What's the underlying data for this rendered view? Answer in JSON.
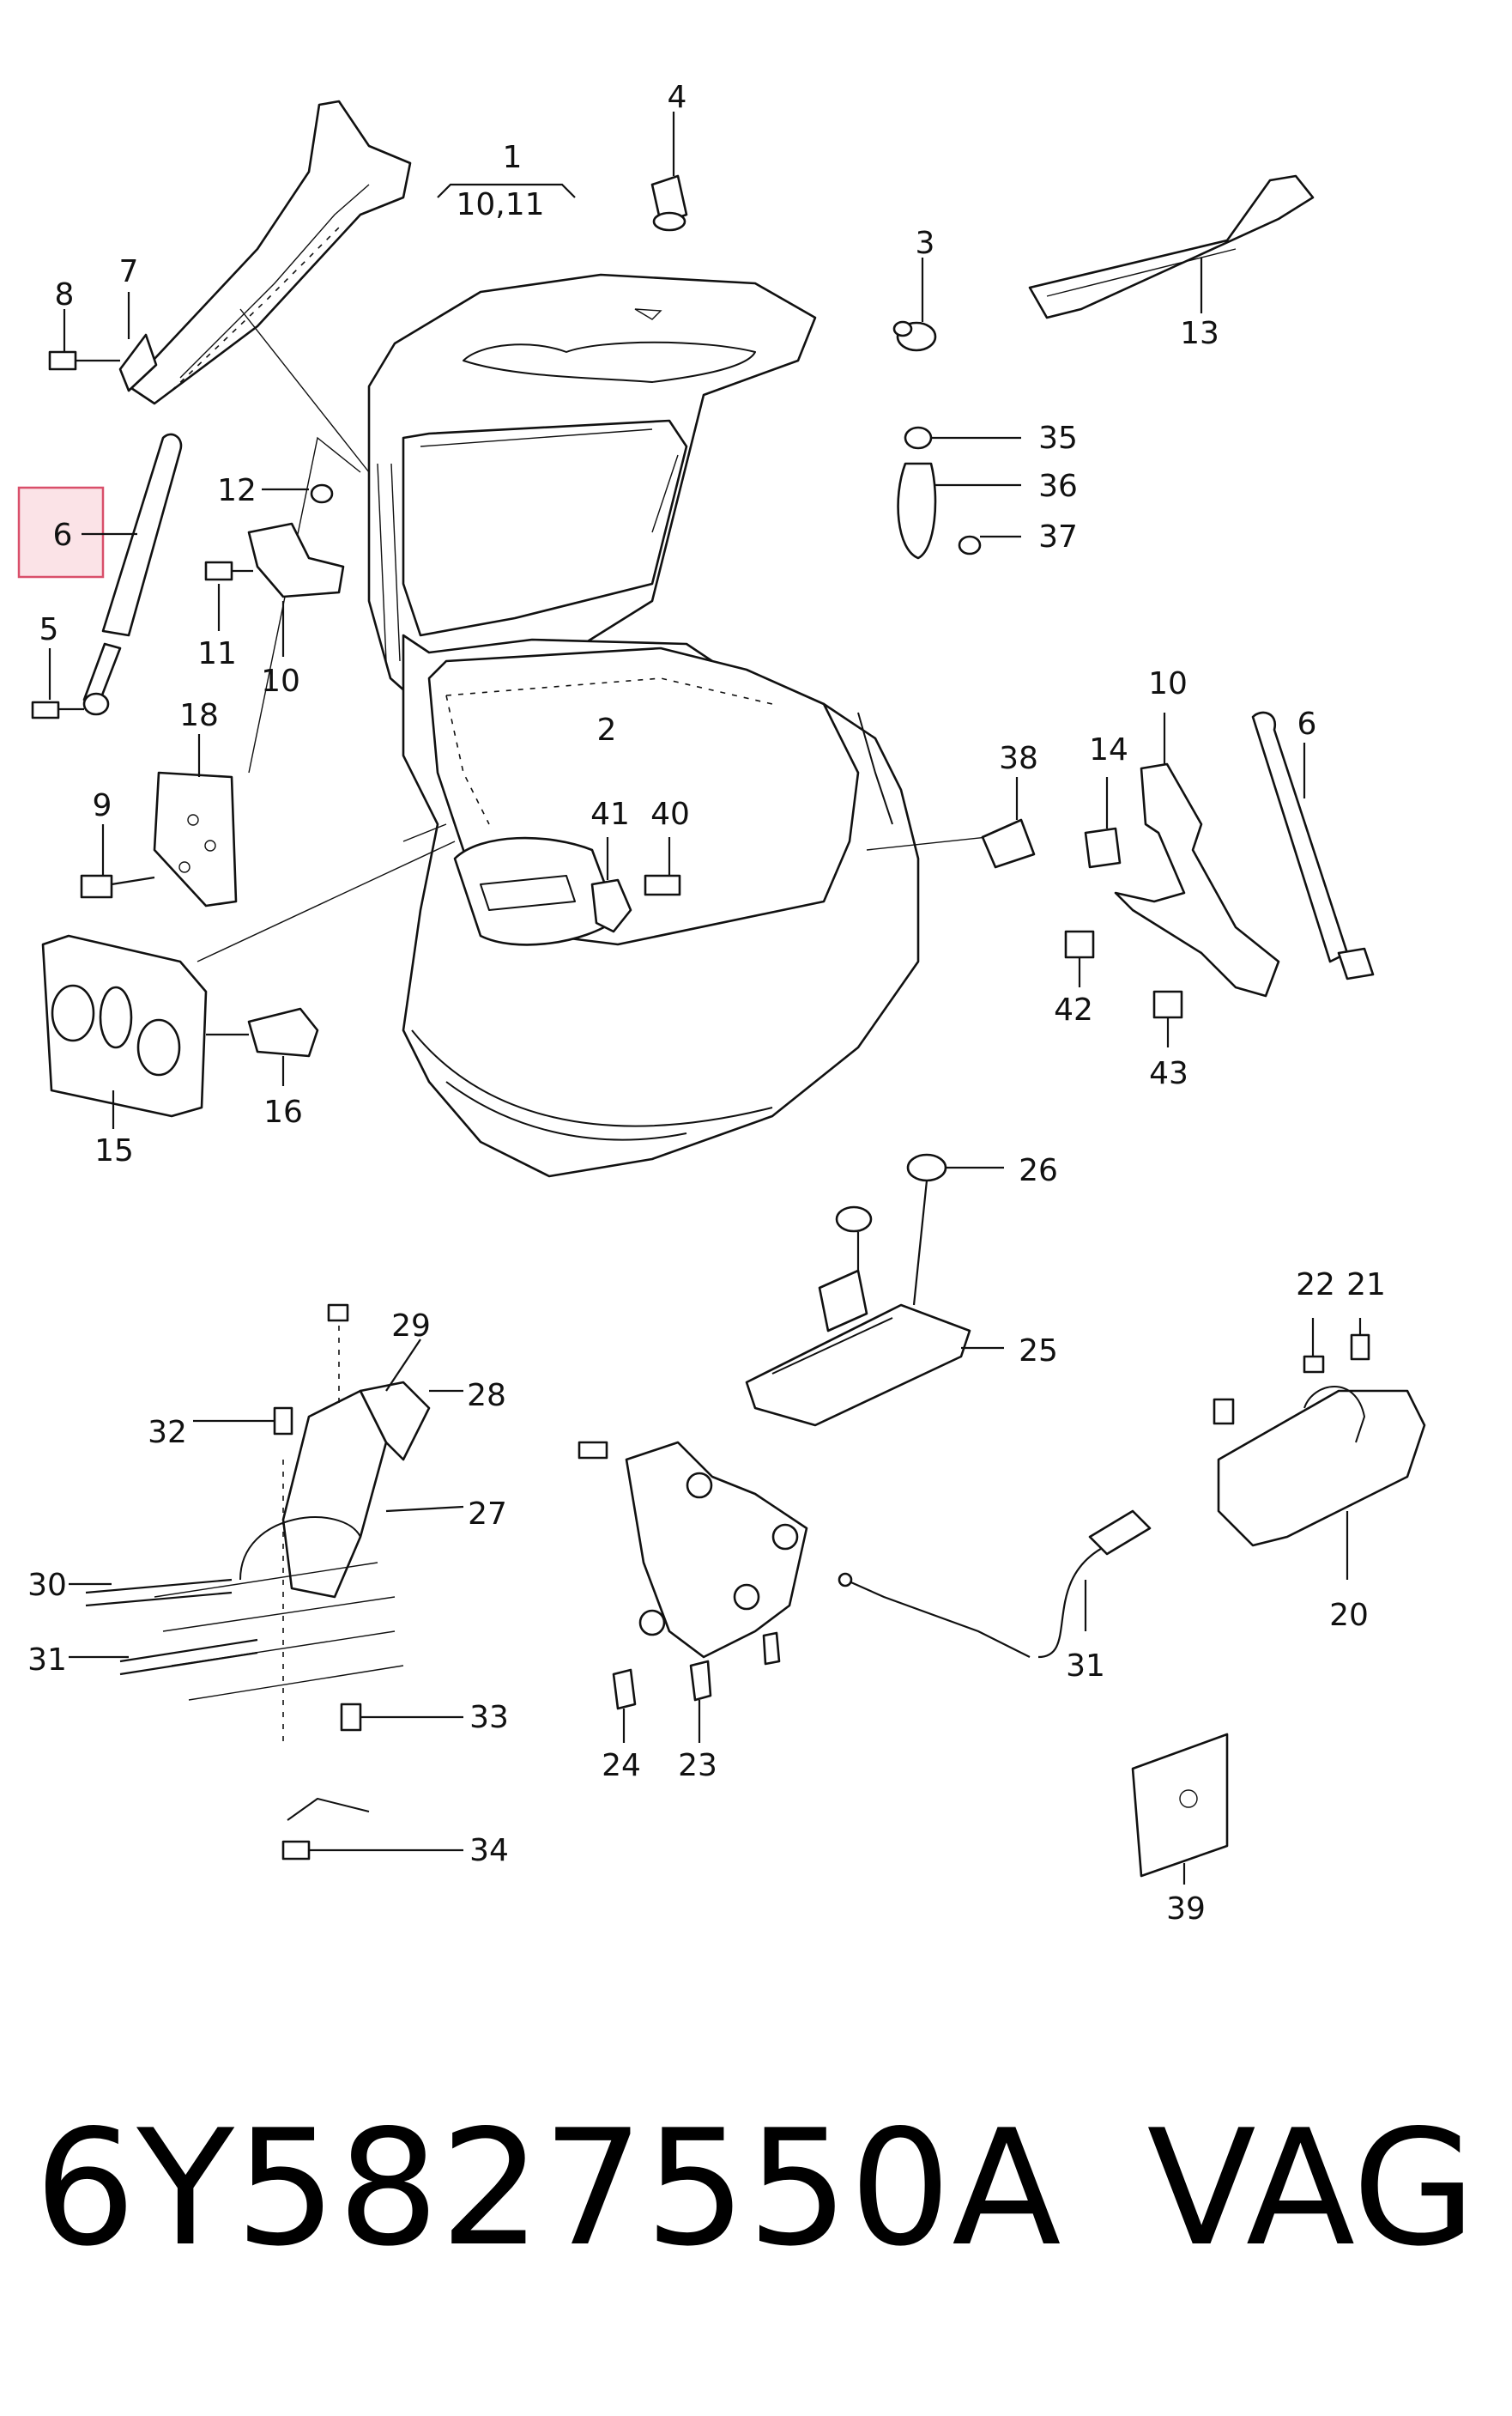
{
  "callouts": {
    "c1": "1",
    "c1b": "10,11",
    "c2": "2",
    "c3": "3",
    "c4": "4",
    "c5": "5",
    "c6_hl": "6",
    "c6": "6",
    "c7": "7",
    "c8": "8",
    "c9": "9",
    "c10a": "10",
    "c10b": "10",
    "c11": "11",
    "c12": "12",
    "c13": "13",
    "c14": "14",
    "c15": "15",
    "c16": "16",
    "c18": "18",
    "c20": "20",
    "c21": "21",
    "c22": "22",
    "c23": "23",
    "c24": "24",
    "c25": "25",
    "c26": "26",
    "c27": "27",
    "c28": "28",
    "c29": "29",
    "c30": "30",
    "c31a": "31",
    "c31b": "31",
    "c32": "32",
    "c33": "33",
    "c34": "34",
    "c35": "35",
    "c36": "36",
    "c37": "37",
    "c38": "38",
    "c39": "39",
    "c40": "40",
    "c41": "41",
    "c42": "42",
    "c43": "43"
  },
  "highlight_color": "#d94f6a",
  "footer": {
    "part_number": "6Y5827550A",
    "brand": "VAG"
  }
}
